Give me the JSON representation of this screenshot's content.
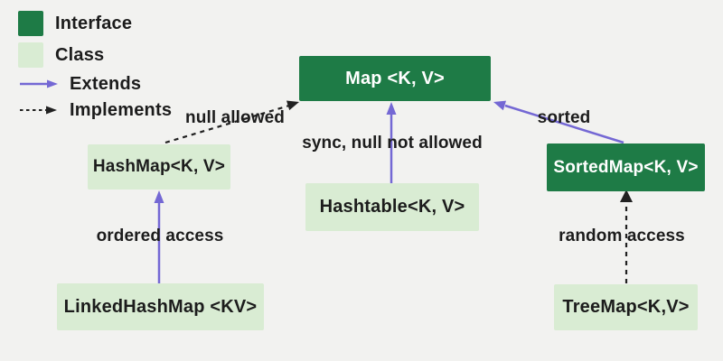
{
  "colors": {
    "background": "#f2f2f0",
    "interface_fill": "#1e7b46",
    "interface_text": "#ffffff",
    "class_fill": "#d9ecd3",
    "class_text": "#1c1c1c",
    "extends_color": "#7468d4",
    "implements_color": "#212121",
    "label_text": "#1c1c1c"
  },
  "legend": {
    "items": [
      {
        "label": "Interface",
        "swatch": "interface"
      },
      {
        "label": "Class",
        "swatch": "class"
      },
      {
        "label": "Extends",
        "marker": "extends-arrow"
      },
      {
        "label": "Implements",
        "marker": "implements-arrow"
      }
    ]
  },
  "nodes": [
    {
      "id": "map",
      "label": "Map <K, V>",
      "kind": "interface"
    },
    {
      "id": "hashmap",
      "label": "HashMap<K, V>",
      "kind": "class"
    },
    {
      "id": "hashtable",
      "label": "Hashtable<K, V>",
      "kind": "class"
    },
    {
      "id": "sortedmap",
      "label": "SortedMap<K, V>",
      "kind": "interface"
    },
    {
      "id": "linkedhashmap",
      "label": "LinkedHashMap <KV>",
      "kind": "class"
    },
    {
      "id": "treemap",
      "label": "TreeMap<K,V>",
      "kind": "class"
    }
  ],
  "edges": [
    {
      "from": "hashmap",
      "to": "map",
      "type": "implements",
      "label": "null allowed"
    },
    {
      "from": "hashtable",
      "to": "map",
      "type": "extends",
      "label": "sync, null not allowed"
    },
    {
      "from": "sortedmap",
      "to": "map",
      "type": "extends",
      "label": "sorted"
    },
    {
      "from": "linkedhashmap",
      "to": "hashmap",
      "type": "extends",
      "label": "ordered access"
    },
    {
      "from": "treemap",
      "to": "sortedmap",
      "type": "implements",
      "label": "random access"
    }
  ]
}
